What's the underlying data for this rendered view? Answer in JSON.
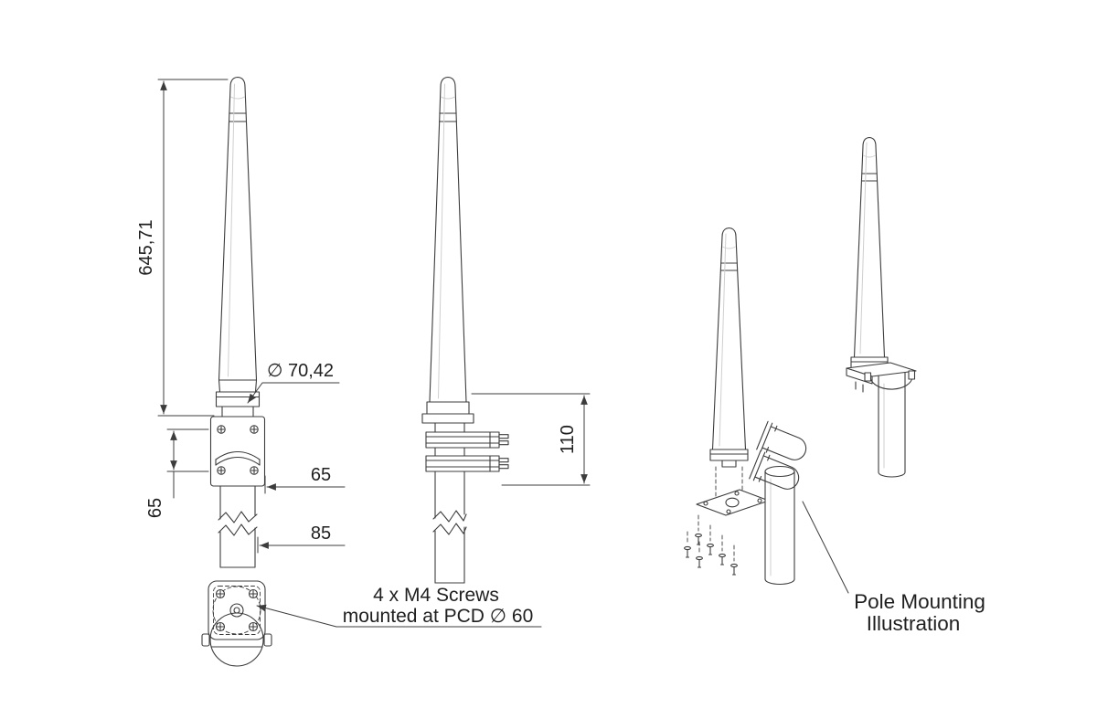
{
  "colors": {
    "line": "#3c3c3c",
    "ink": "#1f1f1f",
    "background": "#ffffff",
    "shade": "#cfcfcf"
  },
  "labels": {
    "dim_height": "645,71",
    "dim_diameter": "∅ 70,42",
    "dim_width_65": "65",
    "dim_depth_85": "85",
    "dim_left_65": "65",
    "dim_clamp_110": "110",
    "note_line1": "4 x M4 Screws",
    "note_line2": "mounted at PCD ∅ 60",
    "caption_line1": "Pole Mounting",
    "caption_line2": "Illustration"
  }
}
